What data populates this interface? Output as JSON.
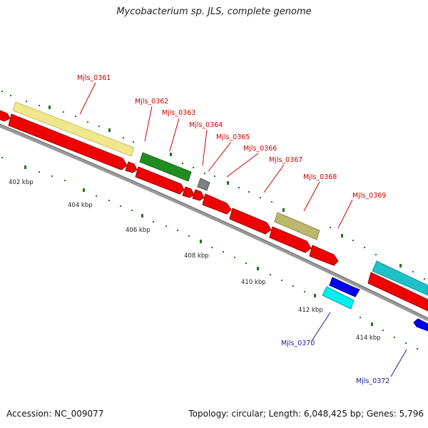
{
  "title": "Mycobacterium sp. JLS, complete genome",
  "footer": {
    "accession": "Accession: NC_009077",
    "summary": "Topology: circular; Length: 6,048,425 bp; Genes: 5,796"
  },
  "colors": {
    "red": "#ff0000",
    "khaki": "#f0e68c",
    "green": "#228b22",
    "gray": "#808080",
    "olive": "#bdb76b",
    "blue": "#0000ee",
    "cyan": "#00eeee",
    "teal": "#20c0c8",
    "backbone": "#888888"
  },
  "ticks": [
    "402 kbp",
    "404 kbp",
    "406 kbp",
    "408 kbp",
    "410 kbp",
    "412 kbp",
    "414 kbp"
  ],
  "genes": [
    {
      "id": "g361",
      "label": "Mjls_0361",
      "color": "khaki",
      "side": "top"
    },
    {
      "id": "g362",
      "label": "Mjls_0362",
      "color": "red",
      "side": "top"
    },
    {
      "id": "g363",
      "label": "Mjls_0363",
      "color": "green",
      "side": "top"
    },
    {
      "id": "g364",
      "label": "Mjls_0364",
      "color": "red",
      "side": "top"
    },
    {
      "id": "g365",
      "label": "Mjls_0365",
      "color": "gray",
      "side": "top"
    },
    {
      "id": "g366",
      "label": "Mjls_0366",
      "color": "red",
      "side": "top"
    },
    {
      "id": "g367",
      "label": "Mjls_0367",
      "color": "red",
      "side": "top"
    },
    {
      "id": "g368",
      "label": "Mjls_0368",
      "color": "olive",
      "side": "top"
    },
    {
      "id": "g369",
      "label": "Mjls_0369",
      "color": "red",
      "side": "top"
    },
    {
      "id": "g370",
      "label": "Mjls_0370",
      "color": "cyan",
      "side": "bottom"
    },
    {
      "id": "g372",
      "label": "Mjls_0372",
      "color": "blue",
      "side": "bottom"
    }
  ]
}
